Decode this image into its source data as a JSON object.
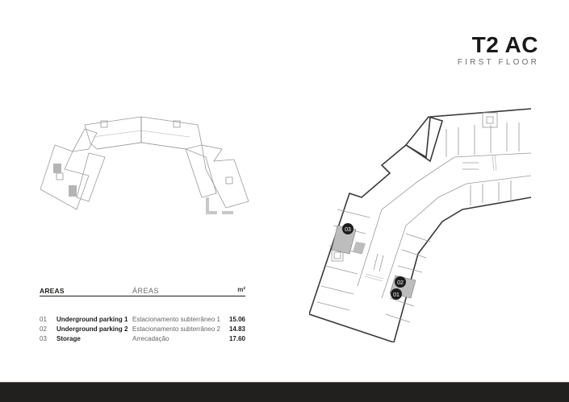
{
  "header": {
    "title": "T2 AC",
    "subtitle": "FIRST FLOOR"
  },
  "areas_table": {
    "header_en": "AREAS",
    "header_pt": "ÁREAS",
    "header_unit": "m²",
    "rows": [
      {
        "num": "01",
        "name_en": "Underground parking 1",
        "name_pt": "Estacionamento subterrâneo 1",
        "area": "15.06"
      },
      {
        "num": "02",
        "name_en": "Underground parking 2",
        "name_pt": "Estacionamento subterrâneo 2",
        "area": "14.83"
      },
      {
        "num": "03",
        "name_en": "Storage",
        "name_pt": "Arrecadação",
        "area": "17.60"
      }
    ]
  },
  "plan_markers": [
    {
      "label": "01"
    },
    {
      "label": "02"
    },
    {
      "label": "03"
    }
  ],
  "colors": {
    "text": "#1e1d1b",
    "muted": "#6d6d6d",
    "highlight": "#bdbdbd",
    "footer": "#22201e"
  }
}
